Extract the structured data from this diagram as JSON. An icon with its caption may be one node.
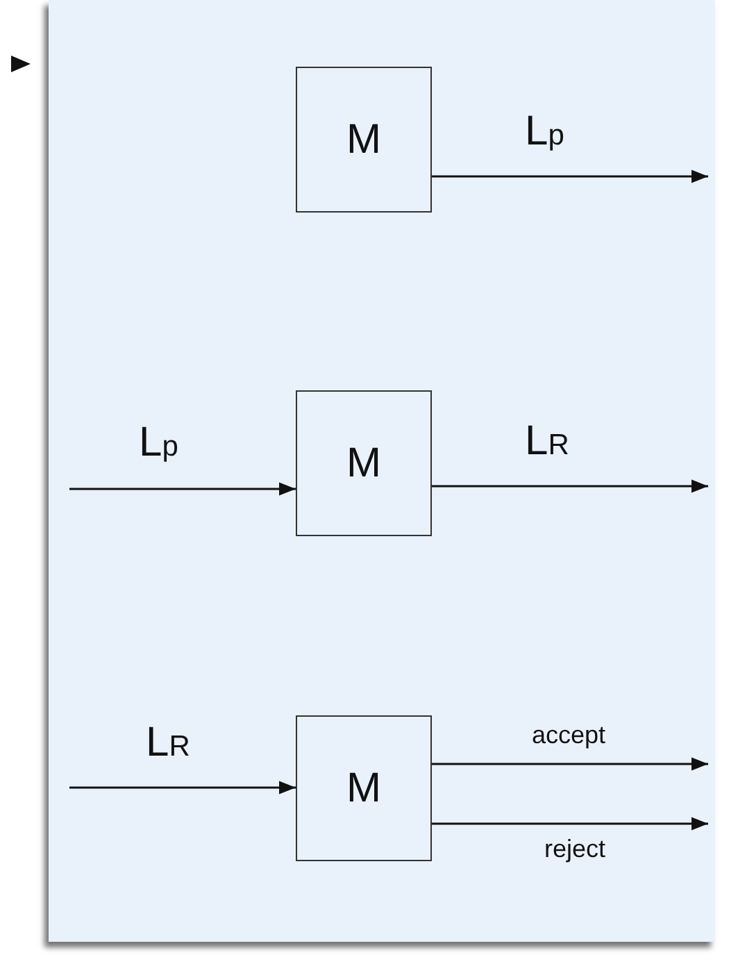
{
  "diagram": {
    "nodes": [
      {
        "text": [
          "M"
        ]
      },
      {
        "text": [
          "M"
        ]
      },
      {
        "text": [
          "M"
        ]
      }
    ],
    "edges": [
      {
        "from": 0,
        "to": null,
        "arrow": "to",
        "label": "L$_{p}$"
      },
      {
        "from": null,
        "to": 1,
        "arrow": "to",
        "label": "L$_{p}$"
      },
      {
        "from": 1,
        "to": null,
        "arrow": "to",
        "label": "L$_{R}$"
      },
      {
        "from": null,
        "to": 2,
        "arrow": "to",
        "label": "L$_{R}$"
      },
      {
        "from": 2,
        "to": null,
        "arrow": "to",
        "label": "accept"
      },
      {
        "from": 2,
        "to": null,
        "arrow": "to",
        "label": "reject"
      }
    ]
  }
}
